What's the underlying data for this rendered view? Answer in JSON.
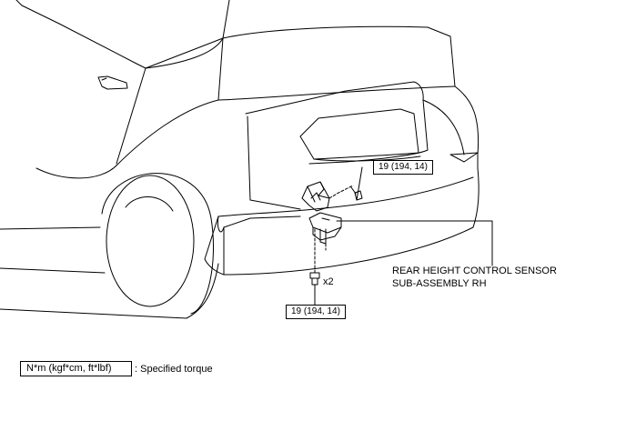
{
  "callouts": {
    "torque_upper": "19 (194, 14)",
    "torque_lower": "19 (194, 14)",
    "bolt_quantity": "x2",
    "part_name_line1": "REAR HEIGHT CONTROL SENSOR",
    "part_name_line2": "SUB-ASSEMBLY RH"
  },
  "legend": {
    "unit_label": "N*m (kgf*cm, ft*lbf)",
    "description": ": Specified torque"
  }
}
